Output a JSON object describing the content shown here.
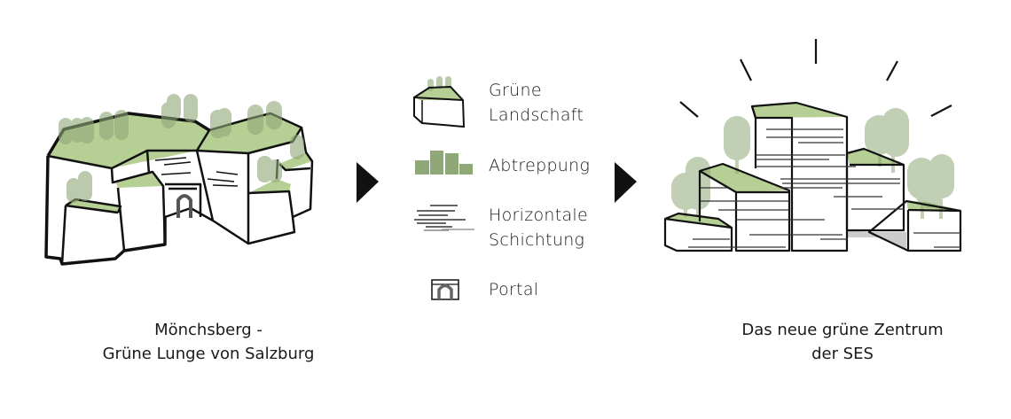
{
  "colors": {
    "green": "#b5cf94",
    "tree": "#8fa878",
    "line": "#111111"
  },
  "legend": {
    "items": [
      {
        "line1": "Grüne",
        "line2": "Landschaft",
        "icon": "green-landscape-icon"
      },
      {
        "line1": "Abtreppung",
        "icon": "stepped-terracing-icon"
      },
      {
        "line1": "Horizontale",
        "line2": "Schichtung",
        "icon": "horizontal-layering-icon"
      },
      {
        "line1": "Portal",
        "icon": "portal-icon"
      }
    ]
  },
  "left_caption": {
    "line1": "Mönchsberg -",
    "line2": "Grüne Lunge von Salzburg"
  },
  "right_caption": {
    "line1": "Das neue grüne Zentrum",
    "line2": "der SES"
  }
}
